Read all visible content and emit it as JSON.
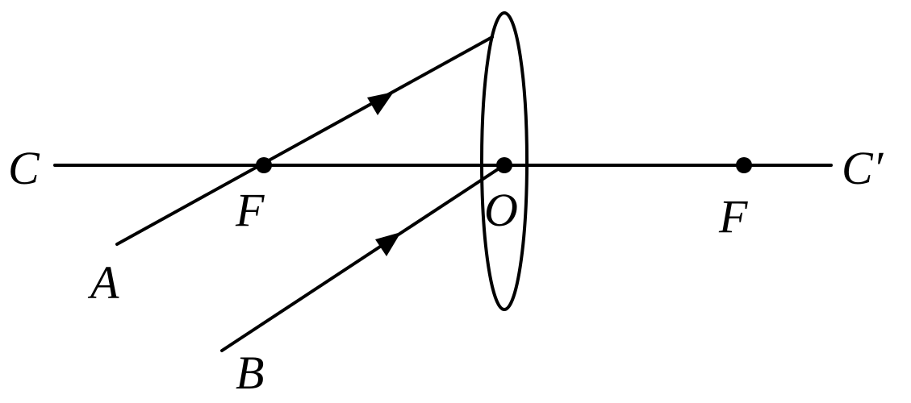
{
  "labels": {
    "axis_left": "C",
    "axis_right": "C′",
    "focus_left": "F",
    "center": "O",
    "focus_right": "F",
    "ray_a": "A",
    "ray_b": "B"
  },
  "colors": {
    "ink": "#000000",
    "background": "#ffffff"
  }
}
